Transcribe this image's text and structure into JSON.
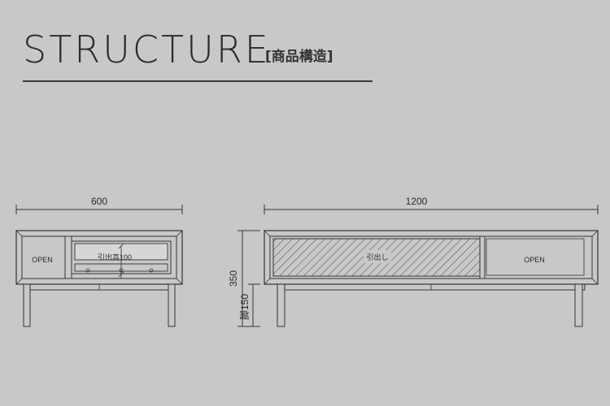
{
  "header": {
    "title": "STRUCTURE",
    "subtitle": "[商品構造]"
  },
  "left_view": {
    "width_label": "600",
    "open_label": "OPEN",
    "drawer_label": "引出高100"
  },
  "height_dims": {
    "total_label": "350",
    "leg_label": "脚150"
  },
  "right_view": {
    "width_label": "1200",
    "drawer_label": "引出し",
    "open_label": "OPEN"
  }
}
